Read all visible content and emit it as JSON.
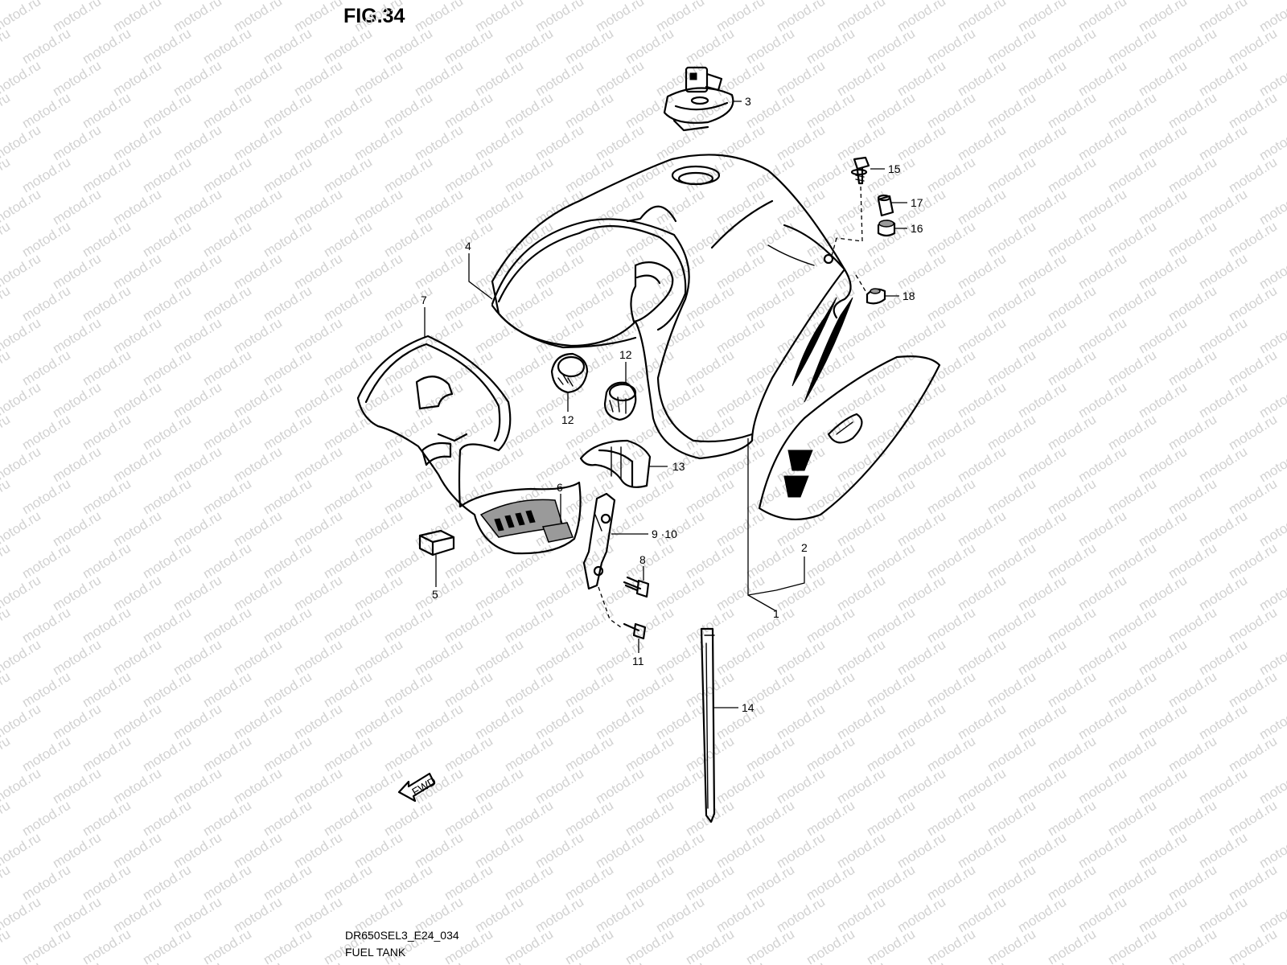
{
  "figure": {
    "title": "FIG.34",
    "code": "DR650SEL3_E24_034",
    "name": "FUEL TANK"
  },
  "watermark": "motod.ru",
  "callouts": {
    "p1": "1",
    "p2": "2",
    "p3": "3",
    "p4": "4",
    "p5": "5",
    "p6": "6",
    "p7": "7",
    "p8": "8",
    "p9_10": "9 ·10",
    "p11": "11",
    "p12a": "12",
    "p12b": "12",
    "p13": "13",
    "p14": "14",
    "p15": "15",
    "p16": "16",
    "p17": "17",
    "p18": "18"
  },
  "fwd_label": "FWD"
}
